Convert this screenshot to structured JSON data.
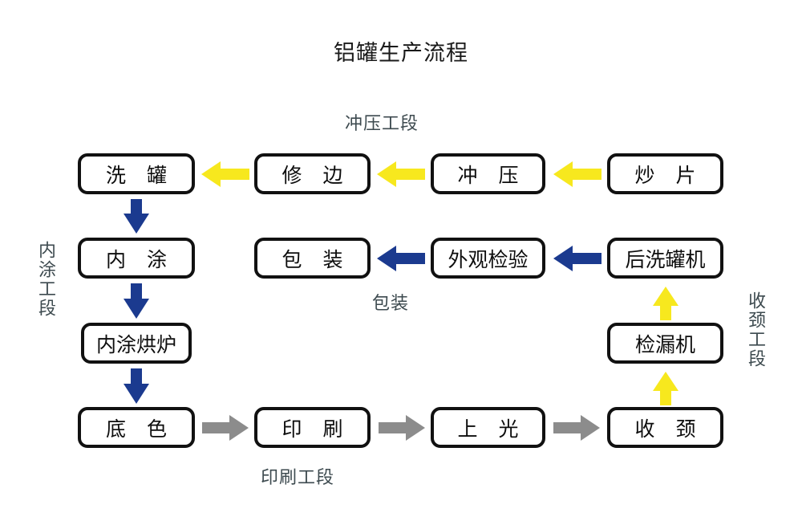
{
  "title": "铝罐生产流程",
  "colors": {
    "box_border": "#111111",
    "box_fill": "#ffffff",
    "arrow_yellow": "#F7E81E",
    "arrow_blue": "#1B3A8F",
    "arrow_gray": "#8C8C8C",
    "label_text": "#3d4a4f",
    "title_text": "#1a1a1a"
  },
  "section_labels": {
    "stamping": "冲压工段",
    "inner_coating": "内涂工段",
    "printing": "印刷工段",
    "packaging": "包装",
    "necking": "收颈工段"
  },
  "nodes": {
    "can_washing": "洗 罐",
    "trimming": "修 边",
    "stamping": "冲 压",
    "cupping": "炒 片",
    "inner_coating": "内 涂",
    "packaging": "包 装",
    "visual_inspection": "外观检验",
    "post_washer": "后洗罐机",
    "inner_coating_oven": "内涂烘炉",
    "leak_tester": "检漏机",
    "base_coat": "底 色",
    "printing": "印 刷",
    "varnish": "上 光",
    "necking": "收 颈"
  },
  "flow_edges": [
    {
      "from": "炒 片",
      "to": "冲 压",
      "color": "yellow",
      "direction": "left"
    },
    {
      "from": "冲 压",
      "to": "修 边",
      "color": "yellow",
      "direction": "left"
    },
    {
      "from": "修 边",
      "to": "洗 罐",
      "color": "yellow",
      "direction": "left"
    },
    {
      "from": "洗 罐",
      "to": "内 涂",
      "color": "blue",
      "direction": "down"
    },
    {
      "from": "内 涂",
      "to": "内涂烘炉",
      "color": "blue",
      "direction": "down"
    },
    {
      "from": "内涂烘炉",
      "to": "底 色",
      "color": "blue",
      "direction": "down"
    },
    {
      "from": "底 色",
      "to": "印 刷",
      "color": "gray",
      "direction": "right"
    },
    {
      "from": "印 刷",
      "to": "上 光",
      "color": "gray",
      "direction": "right"
    },
    {
      "from": "上 光",
      "to": "收 颈",
      "color": "gray",
      "direction": "right"
    },
    {
      "from": "收 颈",
      "to": "检漏机",
      "color": "yellow",
      "direction": "up"
    },
    {
      "from": "检漏机",
      "to": "后洗罐机",
      "color": "yellow",
      "direction": "up"
    },
    {
      "from": "后洗罐机",
      "to": "外观检验",
      "color": "blue",
      "direction": "left"
    },
    {
      "from": "外观检验",
      "to": "包 装",
      "color": "blue",
      "direction": "left"
    }
  ]
}
